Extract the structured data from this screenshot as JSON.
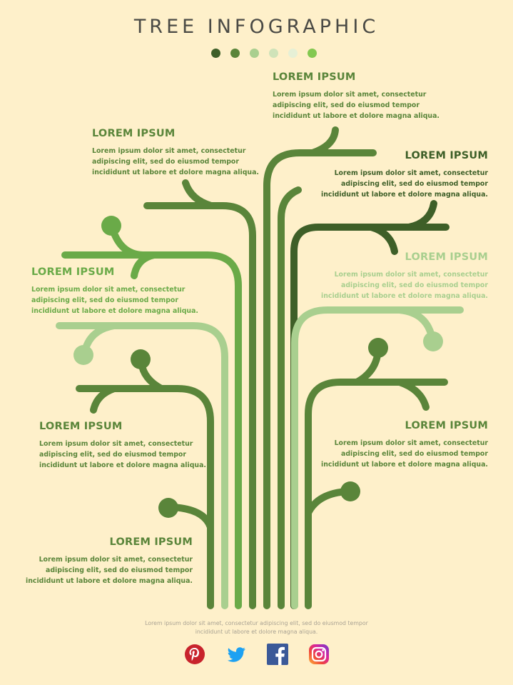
{
  "title": "TREE INFOGRAPHIC",
  "colors": {
    "background": "#fef0ca",
    "dark_green": "#3e5f28",
    "mid_green": "#5a853a",
    "light_green": "#a9cf8f",
    "pale_green": "#cfe3b9",
    "paler_green": "#e6f0d6",
    "bright_green": "#83c850",
    "leaf_green": "#6aaa48"
  },
  "palette_dots": [
    "#3e5f28",
    "#5a853a",
    "#a9cf8f",
    "#cfe3b9",
    "#e6f0d6",
    "#83c850"
  ],
  "labels": [
    {
      "heading": "LOREM IPSUM",
      "lines": [
        "Lorem ipsum dolor sit amet, consectetur",
        "adipiscing elit, sed do eiusmod tempor",
        "incididunt ut labore et dolore magna aliqua."
      ],
      "color": "#5a853a"
    },
    {
      "heading": "LOREM IPSUM",
      "lines": [
        "Lorem ipsum dolor sit amet, consectetur",
        "adipiscing elit, sed do eiusmod tempor",
        "incididunt ut labore et dolore magna aliqua."
      ],
      "color": "#5a853a"
    },
    {
      "heading": "LOREM IPSUM",
      "lines": [
        "Lorem ipsum dolor sit amet, consectetur",
        "adipiscing elit, sed do eiusmod tempor",
        "incididunt ut labore et dolore magna aliqua."
      ],
      "color": "#3e5f28"
    },
    {
      "heading": "LOREM IPSUM",
      "lines": [
        "Lorem ipsum dolor sit amet, consectetur",
        "adipiscing elit, sed do eiusmod tempor",
        "incididunt ut labore et dolore magna aliqua."
      ],
      "color": "#6aaa48"
    },
    {
      "heading": "LOREM IPSUM",
      "lines": [
        "Lorem ipsum dolor sit amet, consectetur",
        "adipiscing elit, sed do eiusmod tempor",
        "incididunt ut labore et dolore magna aliqua."
      ],
      "color": "#a9cf8f"
    },
    {
      "heading": "LOREM IPSUM",
      "lines": [
        "Lorem ipsum dolor sit amet, consectetur",
        "adipiscing elit, sed do eiusmod tempor",
        "incididunt ut labore et dolore magna aliqua."
      ],
      "color": "#5a853a"
    },
    {
      "heading": "LOREM IPSUM",
      "lines": [
        "Lorem ipsum dolor sit amet, consectetur",
        "adipiscing elit, sed do eiusmod tempor",
        "incididunt ut labore et dolore magna aliqua."
      ],
      "color": "#5a853a"
    },
    {
      "heading": "LOREM IPSUM",
      "lines": [
        "Lorem ipsum dolor sit amet, consectetur",
        "adipiscing elit, sed do eiusmod tempor",
        "incididunt ut labore et dolore magna aliqua."
      ],
      "color": "#5a853a"
    }
  ],
  "footer": {
    "line1": "Lorem ipsum dolor sit amet, consectetur adipiscing elit, sed do eiusmod tempor",
    "line2": "incididunt ut labore et dolore magna aliqua."
  },
  "social_icons": [
    {
      "name": "pinterest-icon",
      "color": "#c8232c",
      "glyph": "P"
    },
    {
      "name": "twitter-icon",
      "color": "#1da1f2",
      "glyph": ""
    },
    {
      "name": "facebook-icon",
      "color": "#3b5998",
      "glyph": "f"
    },
    {
      "name": "instagram-icon",
      "color": "#d6249f",
      "glyph": ""
    }
  ]
}
